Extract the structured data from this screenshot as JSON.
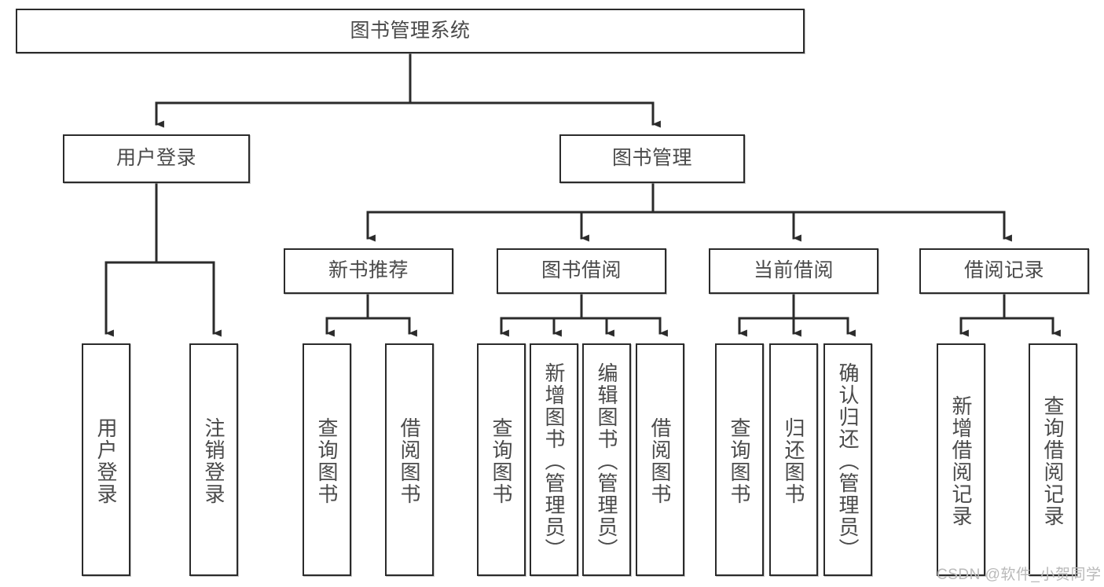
{
  "diagram": {
    "title": "图书管理系统",
    "watermark": "CSDN @软件_小贺同学",
    "colors": {
      "stroke": "#2b2b2b",
      "text": "#4a4a4a",
      "background": "#ffffff",
      "watermark": "#b9b9b9"
    },
    "nodes": {
      "root": {
        "label": "图书管理系统"
      },
      "level2": [
        {
          "id": "user-login",
          "label": "用户登录"
        },
        {
          "id": "book-management",
          "label": "图书管理"
        }
      ],
      "level3": [
        {
          "id": "new-book-recommend",
          "label": "新书推荐"
        },
        {
          "id": "book-borrow",
          "label": "图书借阅"
        },
        {
          "id": "current-borrow",
          "label": "当前借阅"
        },
        {
          "id": "borrow-record",
          "label": "借阅记录"
        }
      ],
      "leaves": {
        "user-login": [
          {
            "id": "leaf-user-login",
            "label": "用户登录"
          },
          {
            "id": "leaf-logout",
            "label": "注销登录"
          }
        ],
        "new-book-recommend": [
          {
            "id": "leaf-query-book-1",
            "label": "查询图书"
          },
          {
            "id": "leaf-borrow-book-1",
            "label": "借阅图书"
          }
        ],
        "book-borrow": [
          {
            "id": "leaf-query-book-2",
            "label": "查询图书"
          },
          {
            "id": "leaf-add-book",
            "label": "新增图书（管理员）"
          },
          {
            "id": "leaf-edit-book",
            "label": "编辑图书（管理员）"
          },
          {
            "id": "leaf-borrow-book-2",
            "label": "借阅图书"
          }
        ],
        "current-borrow": [
          {
            "id": "leaf-query-book-3",
            "label": "查询图书"
          },
          {
            "id": "leaf-return-book",
            "label": "归还图书"
          },
          {
            "id": "leaf-confirm-return",
            "label": "确认归还（管理员）"
          }
        ],
        "borrow-record": [
          {
            "id": "leaf-add-record",
            "label": "新增借阅记录"
          },
          {
            "id": "leaf-query-record",
            "label": "查询借阅记录"
          }
        ]
      }
    }
  }
}
